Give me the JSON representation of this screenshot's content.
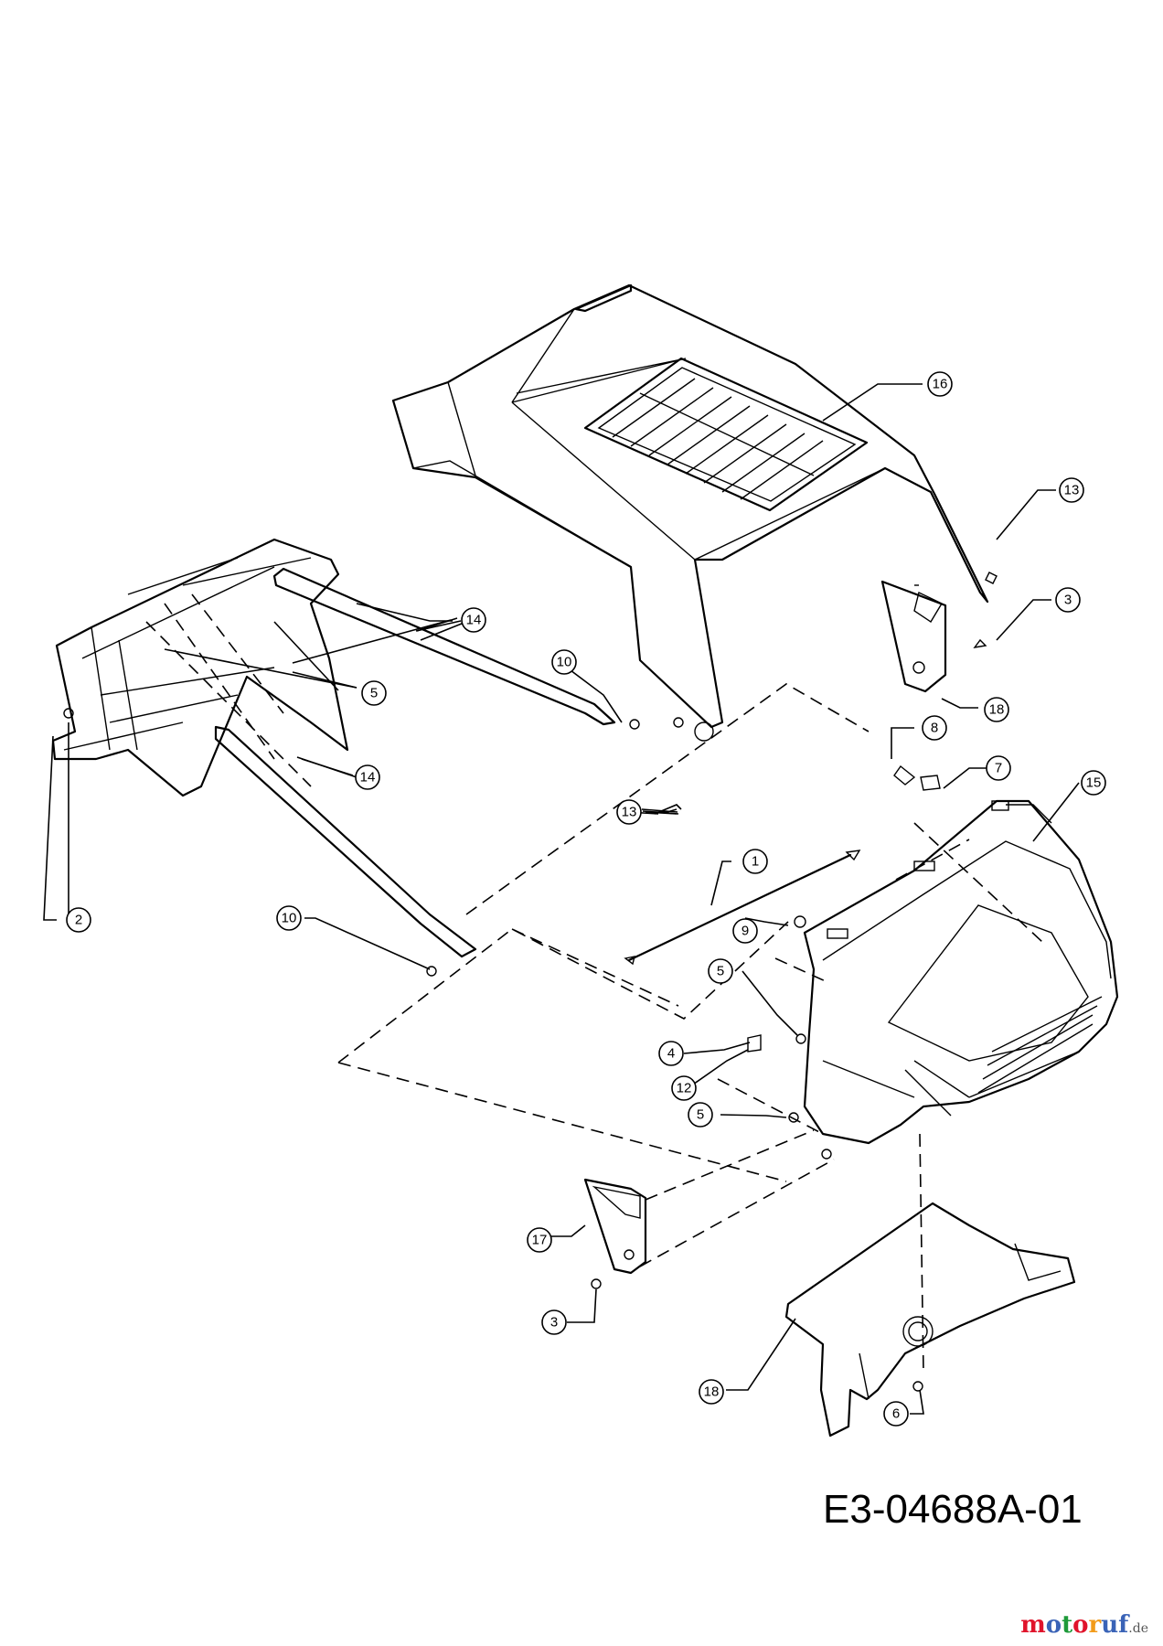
{
  "drawing_id": "E3-04688A-01",
  "watermark": {
    "m": "m",
    "o": "o",
    "t": "t",
    "o2": "o",
    "r": "r",
    "uf": "uf",
    "tld": ".de"
  },
  "callouts": [
    {
      "label": "1"
    },
    {
      "label": "2"
    },
    {
      "label": "3"
    },
    {
      "label": "3"
    },
    {
      "label": "4"
    },
    {
      "label": "5"
    },
    {
      "label": "5"
    },
    {
      "label": "5"
    },
    {
      "label": "6"
    },
    {
      "label": "7"
    },
    {
      "label": "8"
    },
    {
      "label": "9"
    },
    {
      "label": "10"
    },
    {
      "label": "10"
    },
    {
      "label": "12"
    },
    {
      "label": "13"
    },
    {
      "label": "13"
    },
    {
      "label": "14"
    },
    {
      "label": "14"
    },
    {
      "label": "15"
    },
    {
      "label": "16"
    },
    {
      "label": "17"
    },
    {
      "label": "18"
    },
    {
      "label": "18"
    }
  ]
}
